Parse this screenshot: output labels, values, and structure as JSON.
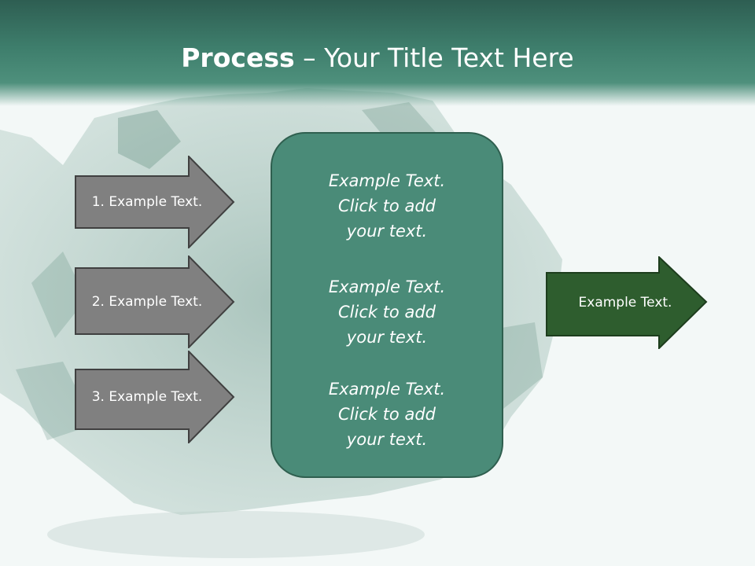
{
  "slide": {
    "title_strong": "Process",
    "title_rest": " – Your Title Text Here"
  },
  "steps": [
    {
      "label": "1. Example Text."
    },
    {
      "label": "2. Example Text."
    },
    {
      "label": "3. Example Text."
    }
  ],
  "center_box": {
    "blocks": [
      {
        "line1": "Example Text.",
        "line2": "Click  to add",
        "line3": "your text."
      },
      {
        "line1": "Example Text.",
        "line2": "Click  to add",
        "line3": "your text."
      },
      {
        "line1": "Example Text.",
        "line2": "Click  to add",
        "line3": "your text."
      }
    ]
  },
  "output": {
    "label": "Example Text."
  },
  "colors": {
    "header": "#3e7e6c",
    "step_arrow_fill": "#808080",
    "center_box_fill": "#4a8b78",
    "output_arrow_fill": "#2e5d2e"
  }
}
